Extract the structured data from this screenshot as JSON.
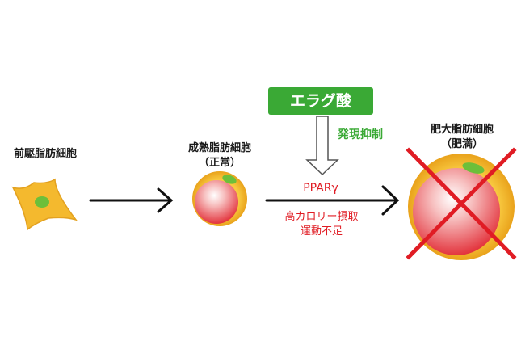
{
  "preadipocyte_label": "前駆脂肪細胞",
  "mature_label_line1": "成熟脂肪細胞",
  "mature_label_line2": "（正常）",
  "hypertrophic_label_line1": "肥大脂肪細胞",
  "hypertrophic_label_line2": "（肥満）",
  "ellagic_acid_box": "エラグ酸",
  "suppression_label": "発現抑制",
  "ppar_label": "PPARγ",
  "cause_line1": "高カロリー摂取",
  "cause_line2": "運動不足",
  "colors": {
    "green": "#3aa935",
    "red": "#e01c24",
    "cell_outer": "#f6c23a",
    "cell_inner_red": "#e8494f",
    "nucleus": "#6dbf3a"
  }
}
